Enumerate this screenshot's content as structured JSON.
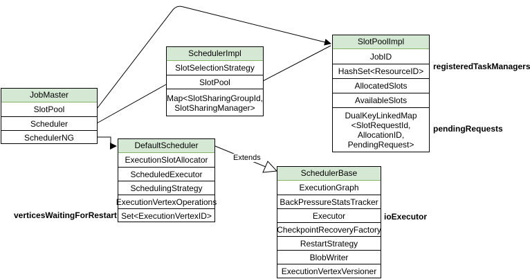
{
  "classes": {
    "job_master": {
      "title": "JobMaster",
      "fields": [
        "SlotPool",
        "Scheduler",
        "SchedulerNG"
      ]
    },
    "scheduler_impl": {
      "title": "SchedulerImpl",
      "fields": [
        "SlotSelectionStrategy",
        "SlotPool"
      ],
      "multi": [
        "Map<SlotSharingGroupId,",
        "SlotSharingManager>"
      ]
    },
    "slot_pool_impl": {
      "title": "SlotPoolImpl",
      "fields": [
        "JobID",
        "HashSet<ResourceID>",
        "AllocatedSlots",
        "AvailableSlots"
      ],
      "multi": [
        "DualKeyLinkedMap",
        "<SlotRequestId,",
        "AllocationID,",
        "PendingRequest>"
      ]
    },
    "default_scheduler": {
      "title": "DefaultScheduler",
      "fields": [
        "ExecutionSlotAllocator",
        "ScheduledExecutor",
        "SchedulingStrategy",
        "ExecutionVertexOperations",
        "Set<ExecutionVertexID>"
      ]
    },
    "scheduler_base": {
      "title": "SchedulerBase",
      "fields": [
        "ExecutionGraph",
        "BackPressureStatsTracker",
        "Executor",
        "CheckpointRecoveryFactory",
        "RestartStrategy",
        "BlobWriter",
        "ExecutionVertexVersioner"
      ]
    }
  },
  "labels": {
    "registered_task_managers": "registeredTaskManagers",
    "pending_requests": "pendingRequests",
    "vertices_waiting": "verticesWaitingForRestart",
    "io_executor": "ioExecutor",
    "extends": "Extends"
  }
}
